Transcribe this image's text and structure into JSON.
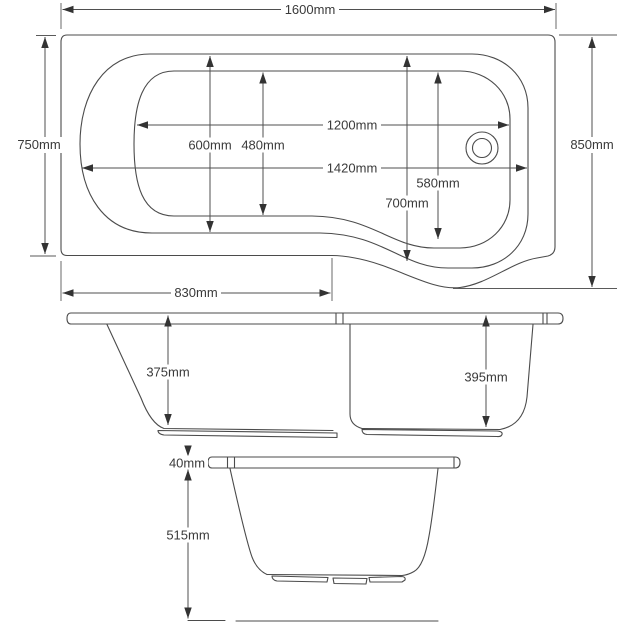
{
  "plan": {
    "overall_length": "1600mm",
    "left_end_width": "750mm",
    "right_end_width": "850mm",
    "front_straight_length": "830mm",
    "inner_length": "1200mm",
    "rim_length": "1420mm",
    "bath_outer_width": "600mm",
    "bath_inner_width": "480mm",
    "shower_inner_width": "580mm",
    "shower_outer_width": "700mm"
  },
  "side": {
    "bath_depth": "375mm",
    "shower_end_depth": "395mm"
  },
  "end": {
    "rim_thickness": "40mm",
    "overall_height": "515mm"
  }
}
